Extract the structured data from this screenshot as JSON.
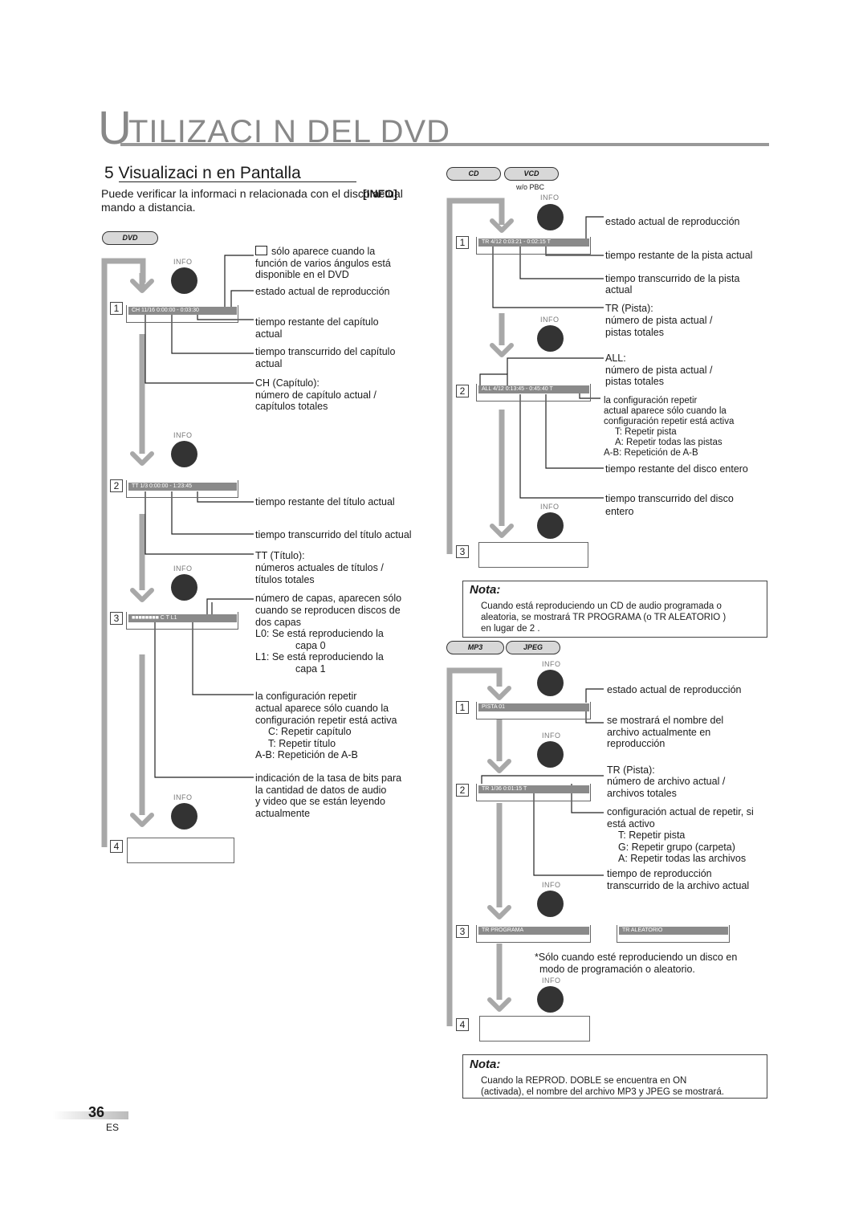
{
  "header": {
    "title_initial": "U",
    "title_rest": "TILIZACI N DEL DVD"
  },
  "section": {
    "title": "5 Visualizaci n en Pantalla",
    "intro_line1": "Puede verificar la informaci n relacionada con el disco actual",
    "intro_button": "[INFO]",
    "intro_line2": "mando a distancia."
  },
  "pills": {
    "dvd": "DVD",
    "cd": "CD",
    "vcd": "VCD",
    "mp3": "MP3",
    "jpeg": "JPEG",
    "vcd_sub": "w/o PBC"
  },
  "info_label": "INFO",
  "dvd": {
    "screens": {
      "s1": "CH   11/16   0:00:00 - 0:03:30",
      "s2": "TT   1/3   0:00:00 - 1:23:45",
      "s3": "⁠■■■■■■■■     C T   L1"
    },
    "steps": [
      "1",
      "2",
      "3",
      "4"
    ],
    "labels": {
      "angle": [
        "sólo aparece cuando la",
        "función de varios ángulos está",
        "disponible en el DVD"
      ],
      "state": "estado actual de reproducción",
      "remain_ch": [
        "tiempo restante del capítulo",
        "actual"
      ],
      "elapsed_ch": [
        "tiempo transcurrido del capítulo",
        "actual"
      ],
      "ch": [
        "CH (Capítulo):",
        "número de capítulo actual /",
        "capítulos totales"
      ],
      "remain_tt": "tiempo restante del título actual",
      "elapsed_tt": "tiempo transcurrido del título actual",
      "tt": [
        "TT (Título):",
        "números actuales de títulos /",
        "títulos totales"
      ],
      "layers": [
        "número de capas, aparecen sólo",
        "cuando se reproducen discos de",
        "dos capas",
        "L0:   Se está reproduciendo la",
        "capa 0",
        "L1:   Se está reproduciendo la",
        "capa 1"
      ],
      "repeat": [
        "la configuración repetir",
        "actual aparece sólo cuando la",
        "configuración repetir está activa",
        "C:   Repetir capítulo",
        "T:   Repetir título",
        "A-B: Repetición de A-B"
      ],
      "bitrate": [
        "indicación de la tasa de bits para",
        "la cantidad de datos de audio",
        "y video que se están leyendo",
        "actualmente"
      ]
    }
  },
  "cd": {
    "screens": {
      "s1": "TR   4/12   0:03:21 - 0:02:15      T",
      "s2": "ALL   4/12   0:13:45 - 0:45:40     T"
    },
    "steps": [
      "1",
      "2",
      "3"
    ],
    "labels": {
      "state": "estado actual de reproducción",
      "remain_tr": "tiempo restante de la pista actual",
      "elapsed_tr": [
        "tiempo transcurrido de la pista",
        "actual"
      ],
      "tr": [
        "TR (Pista):",
        "número de pista actual /",
        "pistas totales"
      ],
      "all": [
        "ALL:",
        "número de pista actual /",
        "pistas totales"
      ],
      "repeat": [
        "la configuración repetir",
        "actual aparece sólo cuando la",
        "configuración repetir está activa",
        "T:   Repetir pista",
        "A:   Repetir todas las pistas",
        "A-B: Repetición de A-B"
      ],
      "remain_disc": "tiempo restante del disco entero",
      "elapsed_disc": [
        "tiempo transcurrido del disco",
        "entero"
      ]
    }
  },
  "nota1": {
    "title": "Nota:",
    "line1": "Cuando está reproduciendo un CD de audio programada o",
    "line2": "aleatoria, se mostrará   TR   PROGRAMA  (o   TR   ALEATORIO )",
    "line3": "en lugar de  2 ."
  },
  "mp3": {
    "screens": {
      "s1": "PISTA 01",
      "s2": "TR   1/36   0:01:15           T",
      "s3a": "TR   PROGRAMA",
      "s3b": "TR   ALEATORIO"
    },
    "steps": [
      "1",
      "2",
      "3",
      "4"
    ],
    "labels": {
      "state": "estado actual de reproducción",
      "filename": [
        "se mostrará el nombre del",
        "archivo actualmente en",
        "reproducción"
      ],
      "tr": [
        "TR (Pista):",
        "número de archivo actual /",
        "archivos totales"
      ],
      "repeat": [
        "configuración actual de repetir, si",
        "está activo",
        "T:   Repetir pista",
        "G:   Repetir grupo (carpeta)",
        "A:   Repetir todas las archivos"
      ],
      "elapsed": [
        "tiempo de reproducción",
        "transcurrido de la archivo actual"
      ],
      "footnote": [
        "*Sólo cuando esté reproduciendo un disco en",
        "modo de programación o aleatorio."
      ]
    }
  },
  "nota2": {
    "title": "Nota:",
    "line1": "Cuando la  REPROD. DOBLE  se encuentra en  ON",
    "line2": "(activada), el nombre del archivo MP3 y JPEG se mostrará."
  },
  "footer": {
    "page": "36",
    "lang": "ES"
  }
}
